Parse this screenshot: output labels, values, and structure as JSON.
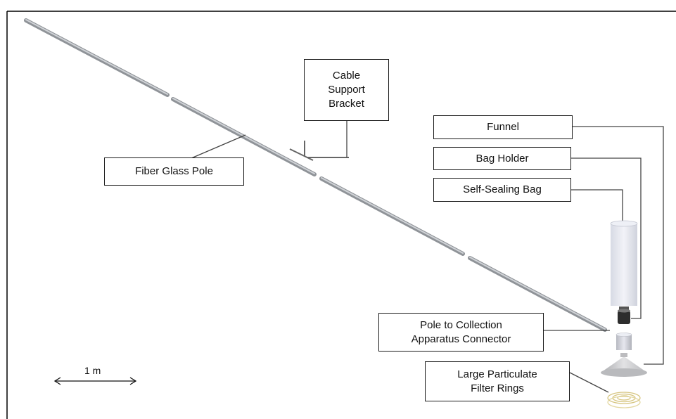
{
  "labels": {
    "cable_support_bracket": "Cable\nSupport\nBracket",
    "fiber_glass_pole": "Fiber Glass Pole",
    "funnel": "Funnel",
    "bag_holder": "Bag Holder",
    "self_sealing_bag": "Self-Sealing Bag",
    "pole_connector": "Pole to Collection\nApparatus Connector",
    "filter_rings": "Large Particulate\nFilter Rings"
  },
  "scale_bar": {
    "label": "1 m"
  },
  "colors": {
    "pole": "#9a9ea3",
    "pole_highlight": "#c9ccd0",
    "line": "#333333",
    "bag": "#e4e6ee",
    "holder": "#2e2e2e",
    "funnel": "#c8c8c8",
    "rings": "#d8c98a"
  }
}
